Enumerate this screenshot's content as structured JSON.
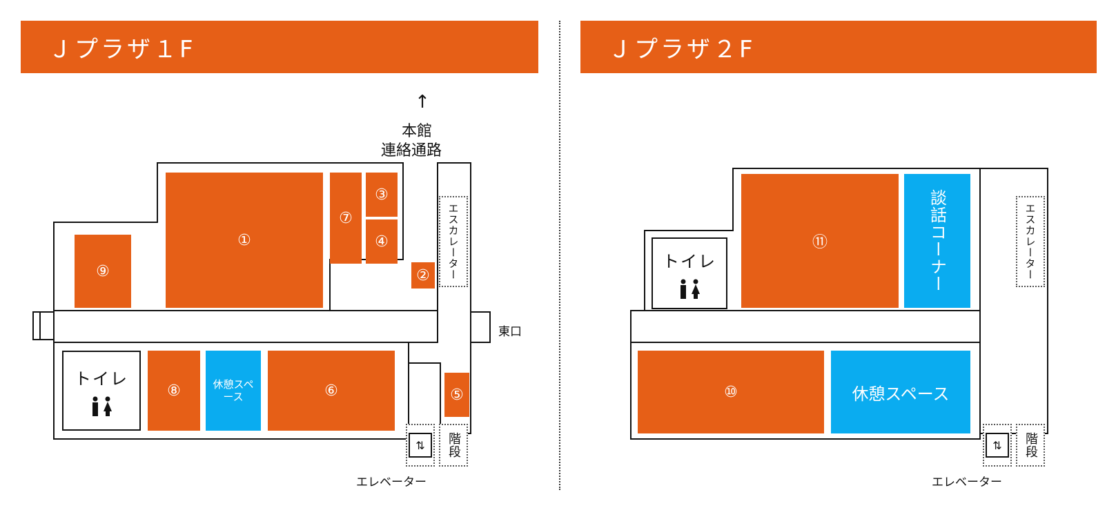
{
  "floor1": {
    "title": "Ｊプラザ１F",
    "arrow_label_1": "本館",
    "arrow_label_2": "連絡通路",
    "east_exit": "東口",
    "escalator": "エスカレーター",
    "elevator": "エレベーター",
    "stairs": "階段",
    "toilet": "トイレ",
    "rest_space": "休憩スペース",
    "rooms": {
      "r1": "①",
      "r2": "②",
      "r3": "③",
      "r4": "④",
      "r5": "⑤",
      "r6": "⑥",
      "r7": "⑦",
      "r8": "⑧",
      "r9": "⑨"
    }
  },
  "floor2": {
    "title": "Ｊプラザ２F",
    "escalator": "エスカレーター",
    "elevator": "エレベーター",
    "stairs": "階段",
    "toilet": "トイレ",
    "talk_corner": "談話コーナー",
    "rest_space": "休憩スペース",
    "rooms": {
      "r10": "⑩",
      "r11": "⑪"
    }
  },
  "colors": {
    "room": "#e65f17",
    "rest": "#0aacf0",
    "header": "#e65f17"
  }
}
